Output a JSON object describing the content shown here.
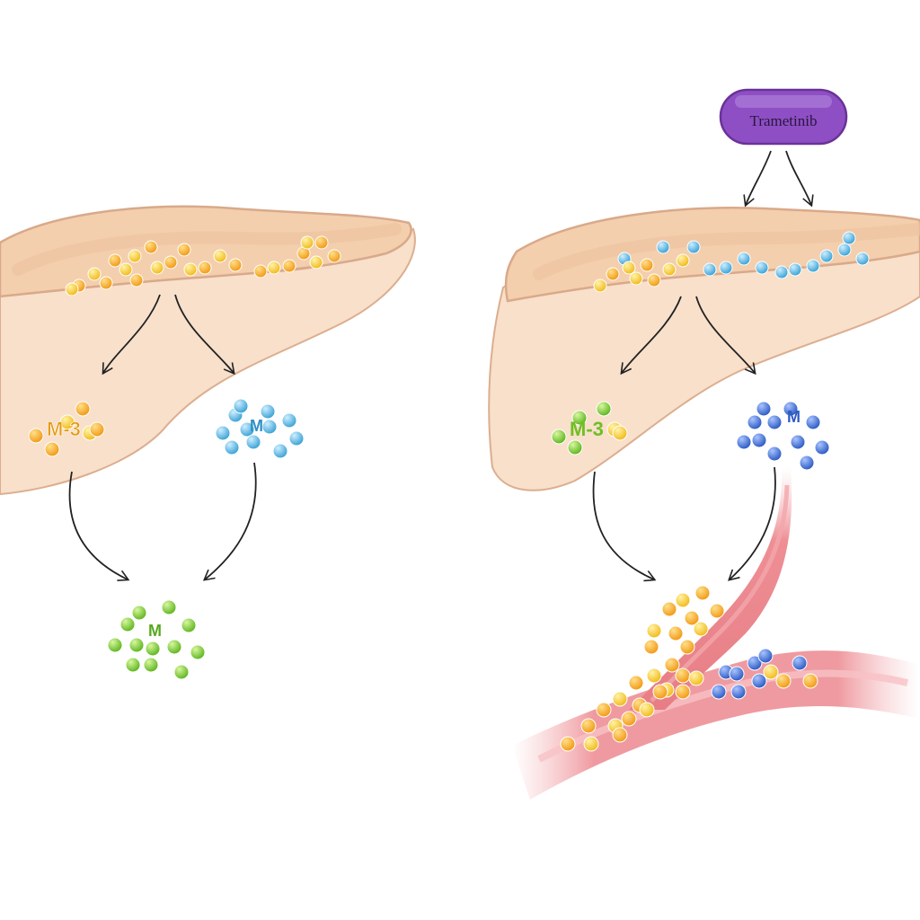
{
  "drug": {
    "name": "Trametinib",
    "color": "#8e4fc4",
    "border": "#6a3298"
  },
  "labels": {
    "left_metabolite_a": "M-3",
    "left_metabolite_b": "M",
    "left_product": "M",
    "right_metabolite_a": "M-3",
    "right_metabolite_b": "M"
  },
  "colors": {
    "orange": "#f5a623",
    "yellow": "#f7c531",
    "light_blue": "#5eb8e0",
    "dark_blue": "#3f6fd0",
    "green": "#7ccf2f",
    "liver_fill": "#f7dcc6",
    "liver_outline": "#d9a98a",
    "vessel": "#ee8f95"
  }
}
